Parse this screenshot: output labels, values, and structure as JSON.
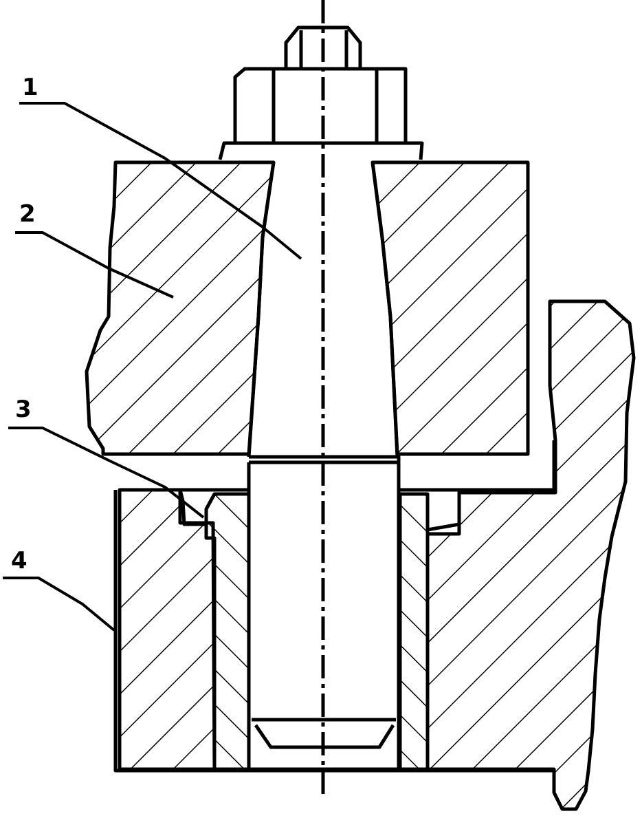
{
  "diagram": {
    "callouts": [
      {
        "id": "part-1",
        "label": "1"
      },
      {
        "id": "part-2",
        "label": "2"
      },
      {
        "id": "part-3",
        "label": "3"
      },
      {
        "id": "part-4",
        "label": "4"
      }
    ]
  }
}
